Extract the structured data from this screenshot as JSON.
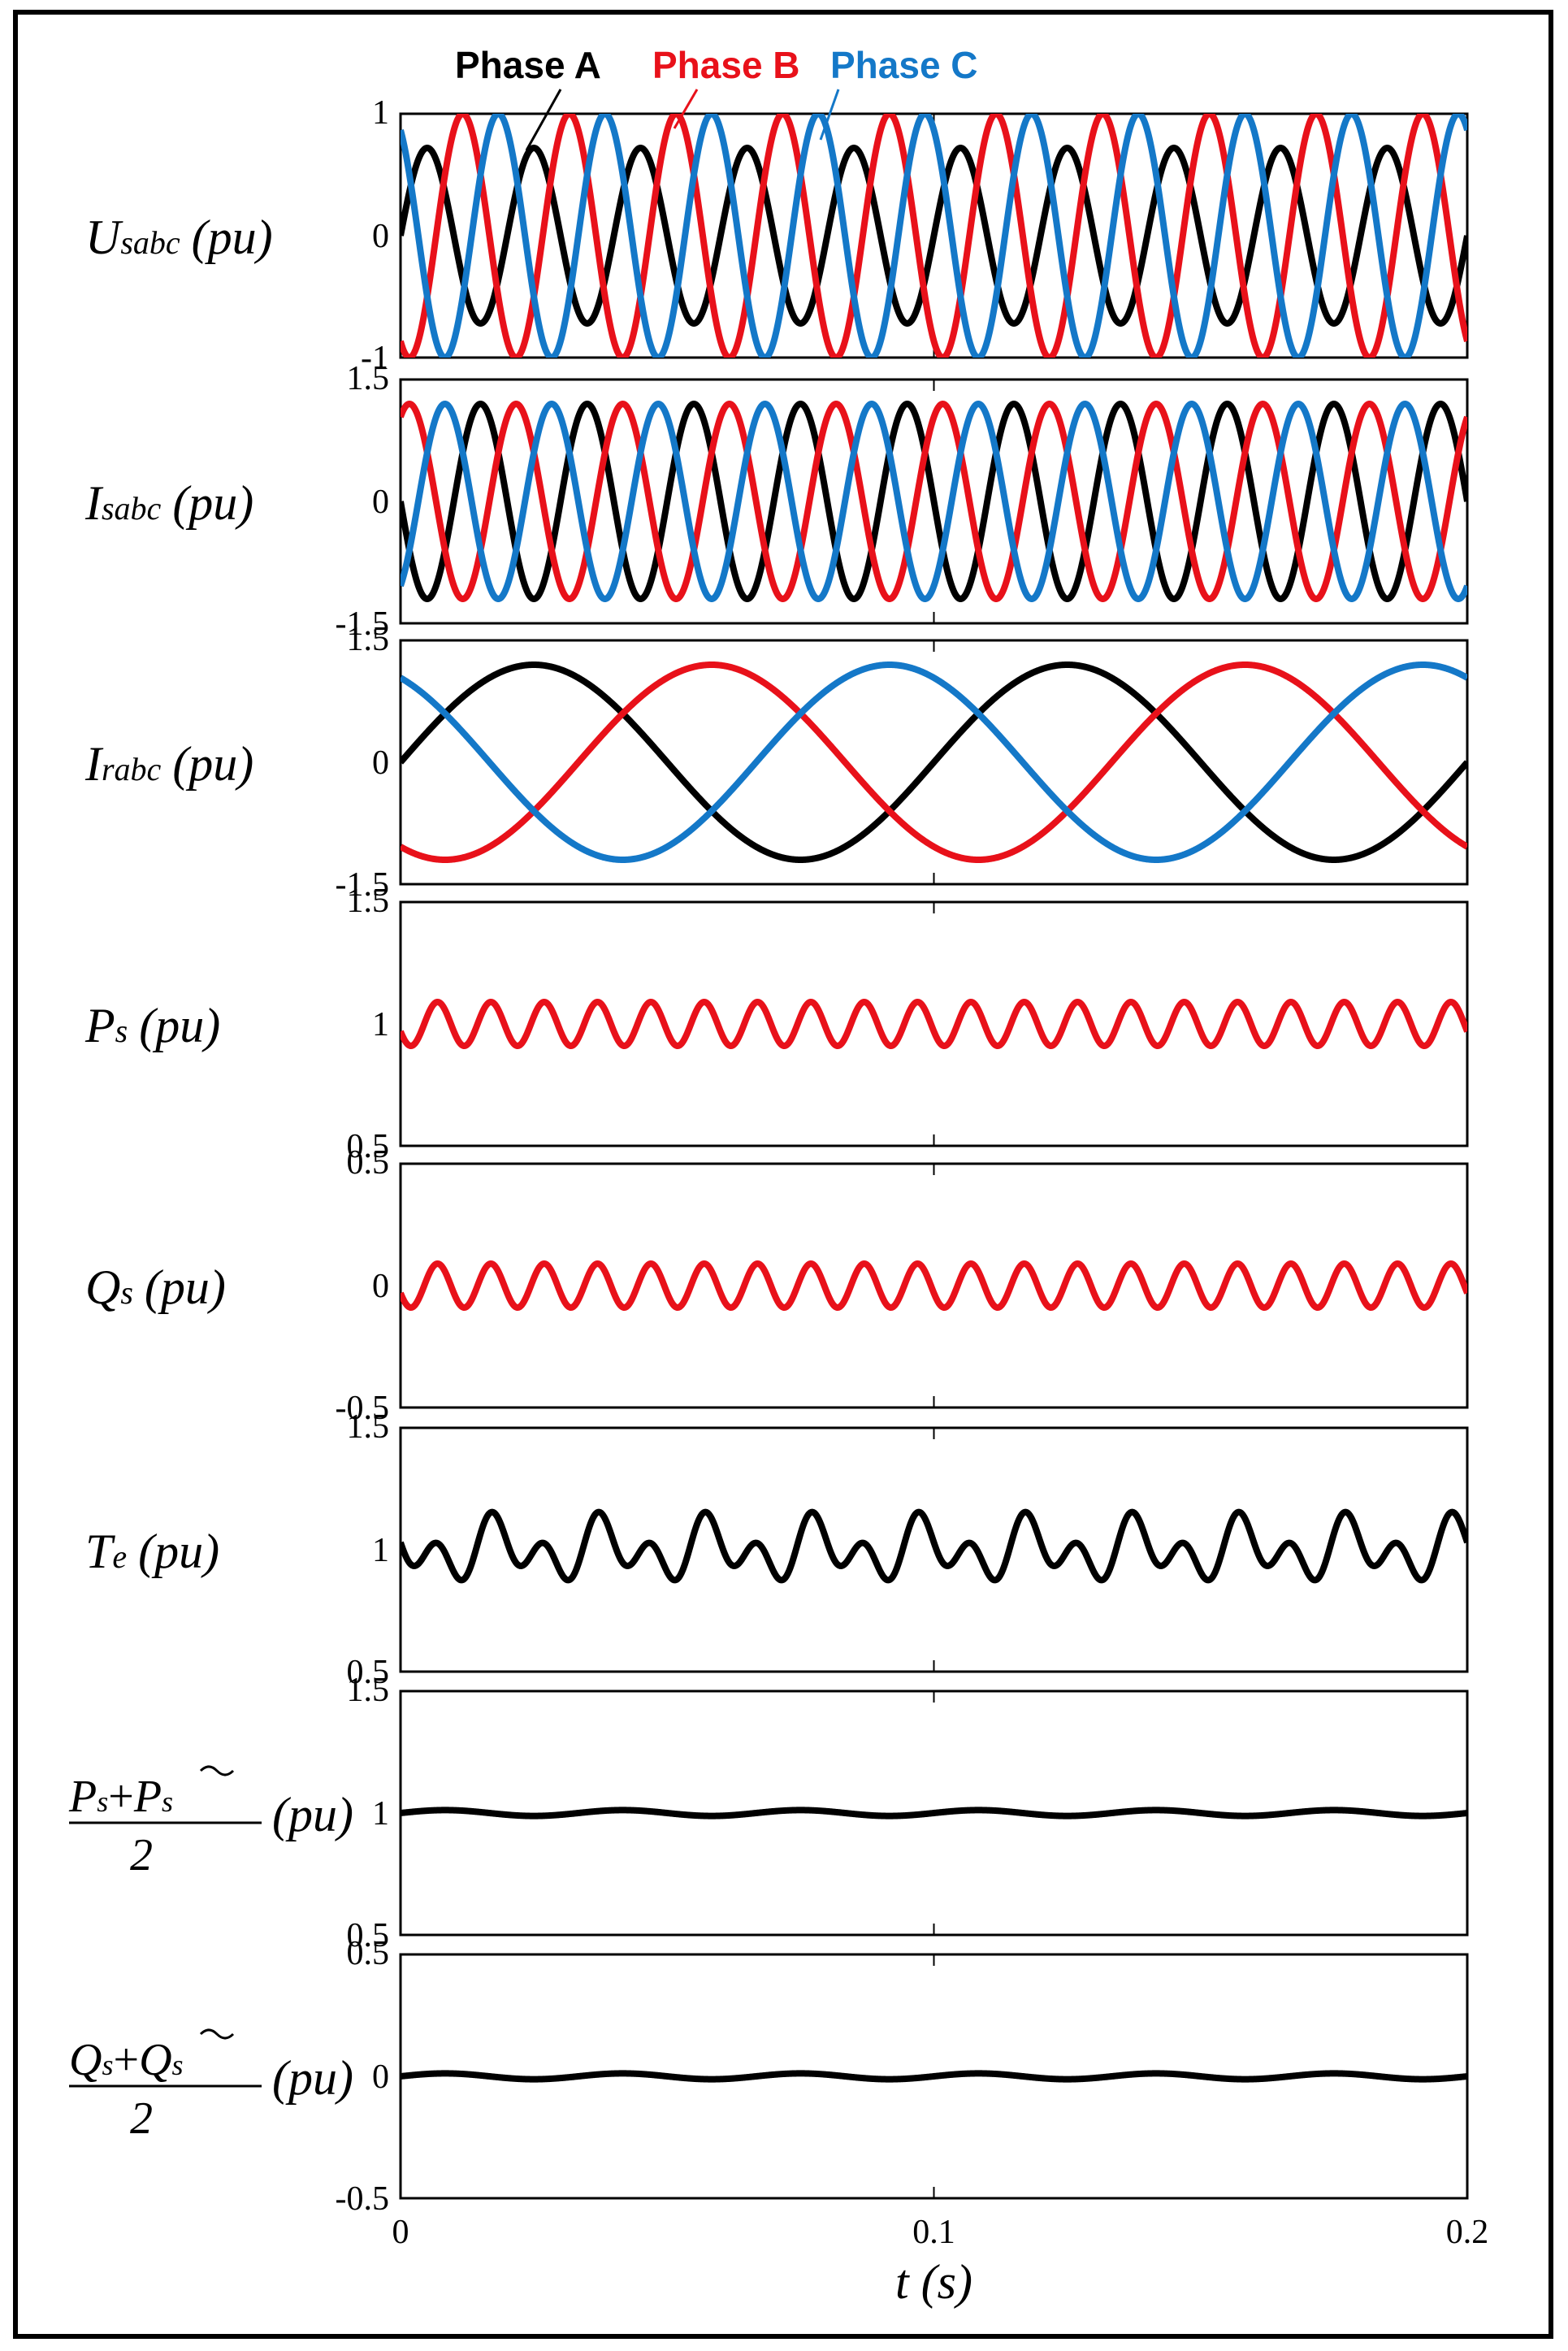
{
  "chart_data": {
    "type": "line",
    "xlabel": "t (s)",
    "xlim": [
      0,
      0.2
    ],
    "xticks": [
      "0",
      "0.1",
      "0.2"
    ],
    "legend": {
      "placement": "top",
      "entries": [
        {
          "label": "Phase A",
          "color": "#000000"
        },
        {
          "label": "Phase B",
          "color": "#e8111a"
        },
        {
          "label": "Phase C",
          "color": "#1478c8"
        }
      ]
    },
    "colors": {
      "phase_a": "#000000",
      "phase_b": "#e8111a",
      "phase_c": "#1478c8",
      "power": "#e8111a"
    },
    "panels": [
      {
        "id": "usabc",
        "ylabel": {
          "main": "U",
          "sub": "sabc",
          "unit": "(pu)"
        },
        "ylim": [
          -1,
          1
        ],
        "yticks": [
          "1",
          "0",
          "-1"
        ],
        "series": [
          {
            "name": "Phase A",
            "color": "#000000",
            "kind": "sine",
            "amplitude": 0.72,
            "frequency_hz": 50,
            "phase_deg": 0
          },
          {
            "name": "Phase B",
            "color": "#e8111a",
            "kind": "sine",
            "amplitude": 1.0,
            "frequency_hz": 50,
            "phase_deg": 240
          },
          {
            "name": "Phase C",
            "color": "#1478c8",
            "kind": "sine",
            "amplitude": 1.0,
            "frequency_hz": 50,
            "phase_deg": 120
          }
        ]
      },
      {
        "id": "isabc",
        "ylabel": {
          "main": "I",
          "sub": "sabc",
          "unit": "(pu)"
        },
        "ylim": [
          -1.5,
          1.5
        ],
        "yticks": [
          "1.5",
          "0",
          "-1.5"
        ],
        "series": [
          {
            "name": "Phase A",
            "color": "#000000",
            "kind": "sine",
            "amplitude": 1.2,
            "frequency_hz": 50,
            "phase_deg": 180
          },
          {
            "name": "Phase B",
            "color": "#e8111a",
            "kind": "sine",
            "amplitude": 1.2,
            "frequency_hz": 50,
            "phase_deg": 60
          },
          {
            "name": "Phase C",
            "color": "#1478c8",
            "kind": "sine",
            "amplitude": 1.2,
            "frequency_hz": 50,
            "phase_deg": 300
          }
        ]
      },
      {
        "id": "irabc",
        "ylabel": {
          "main": "I",
          "sub": "rabc",
          "unit": "(pu)"
        },
        "ylim": [
          -1.5,
          1.5
        ],
        "yticks": [
          "1.5",
          "0",
          "-1.5"
        ],
        "series": [
          {
            "name": "Phase A",
            "color": "#000000",
            "kind": "sine",
            "amplitude": 1.2,
            "frequency_hz": 10,
            "phase_deg": 0
          },
          {
            "name": "Phase B",
            "color": "#e8111a",
            "kind": "sine",
            "amplitude": 1.2,
            "frequency_hz": 10,
            "phase_deg": 240
          },
          {
            "name": "Phase C",
            "color": "#1478c8",
            "kind": "sine",
            "amplitude": 1.2,
            "frequency_hz": 10,
            "phase_deg": 120
          }
        ]
      },
      {
        "id": "ps",
        "ylabel": {
          "main": "P",
          "sub": "s",
          "unit": "(pu)"
        },
        "ylim": [
          0.5,
          1.5
        ],
        "yticks": [
          "1.5",
          "1",
          "0.5"
        ],
        "series": [
          {
            "color": "#e8111a",
            "kind": "sine",
            "offset": 1.0,
            "amplitude": 0.09,
            "frequency_hz": 100,
            "phase_deg": 200
          }
        ]
      },
      {
        "id": "qs",
        "ylabel": {
          "main": "Q",
          "sub": "s",
          "unit": "(pu)"
        },
        "ylim": [
          -0.5,
          0.5
        ],
        "yticks": [
          "0.5",
          "0",
          "-0.5"
        ],
        "series": [
          {
            "color": "#e8111a",
            "kind": "sine",
            "offset": 0.0,
            "amplitude": 0.09,
            "frequency_hz": 100,
            "phase_deg": 200
          }
        ]
      },
      {
        "id": "te",
        "ylabel": {
          "main": "T",
          "sub": "e",
          "unit": "(pu)"
        },
        "ylim": [
          0.5,
          1.5
        ],
        "yticks": [
          "1.5",
          "1",
          "0.5"
        ],
        "series": [
          {
            "color": "#000000",
            "kind": "sum",
            "offset": 1.0,
            "components": [
              {
                "amplitude": 0.09,
                "frequency_hz": 100,
                "phase_deg": 200
              },
              {
                "amplitude": 0.07,
                "frequency_hz": 50,
                "phase_deg": 120
              }
            ]
          }
        ]
      },
      {
        "id": "ps_avg",
        "ylabel": {
          "frac_top_main": "P",
          "frac_top_sub": "s",
          "frac_top_plus": "+",
          "frac_top_main2": "P",
          "frac_top_sub2": "s",
          "frac_den": "2",
          "unit": "(pu)"
        },
        "ylim": [
          0.5,
          1.5
        ],
        "yticks": [
          "1.5",
          "1",
          "0.5"
        ],
        "series": [
          {
            "color": "#000000",
            "kind": "sine",
            "offset": 1.0,
            "amplitude": 0.012,
            "frequency_hz": 30,
            "phase_deg": 0
          }
        ]
      },
      {
        "id": "qs_avg",
        "ylabel": {
          "frac_top_main": "Q",
          "frac_top_sub": "s",
          "frac_top_plus": "+",
          "frac_top_main2": "Q",
          "frac_top_sub2": "s",
          "frac_den": "2",
          "unit": "(pu)"
        },
        "ylim": [
          -0.5,
          0.5
        ],
        "yticks": [
          "0.5",
          "0",
          "-0.5"
        ],
        "series": [
          {
            "color": "#000000",
            "kind": "sine",
            "offset": 0.0,
            "amplitude": 0.012,
            "frequency_hz": 30,
            "phase_deg": 0
          }
        ]
      }
    ]
  }
}
